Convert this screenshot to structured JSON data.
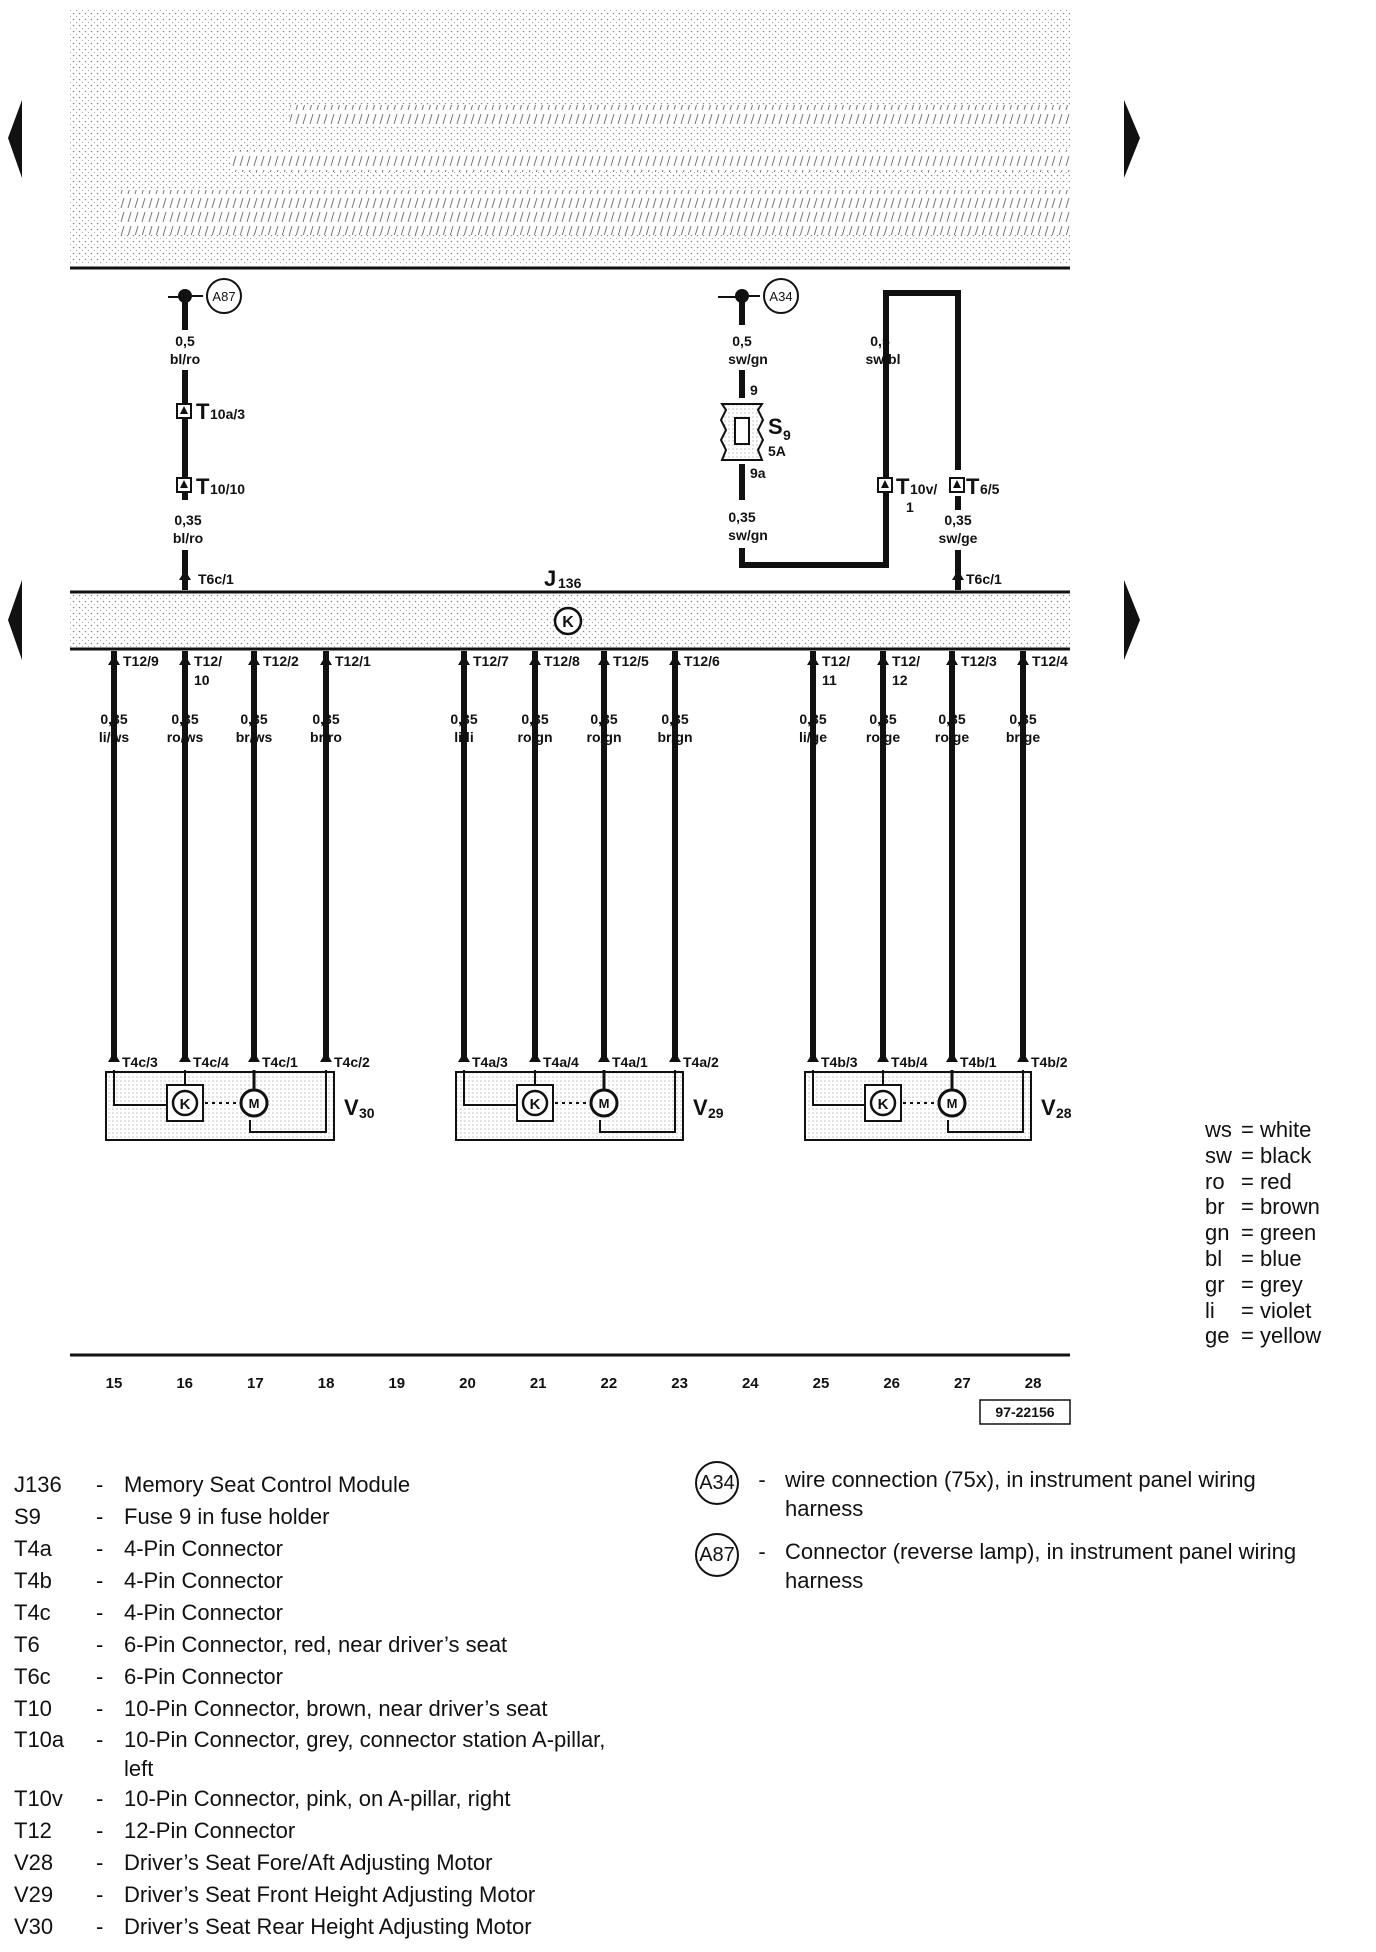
{
  "module": {
    "code": "J",
    "sub": "136",
    "symbol": "K"
  },
  "fuse": {
    "code": "S",
    "sub": "9",
    "rating": "5A",
    "pin_in": "9",
    "pin_out": "9a"
  },
  "connections": [
    {
      "id": "A87",
      "label": "A87"
    },
    {
      "id": "A34",
      "label": "A34"
    }
  ],
  "upper_wires": [
    {
      "size": "0,5",
      "color": "bl/ro"
    },
    {
      "size": "0,35",
      "color": "bl/ro"
    },
    {
      "size": "0,5",
      "color": "sw/gn"
    },
    {
      "size": "0,35",
      "color": "sw/gn"
    },
    {
      "size": "0,5",
      "color": "sw/bl"
    },
    {
      "size": "0,35",
      "color": "sw/ge"
    }
  ],
  "upper_connectors": {
    "t10a3_main": "T",
    "t10a3_sub": "10a/3",
    "t1010_main": "T",
    "t1010_sub": "10/10",
    "t10v_main": "T",
    "t10v_sub": "10v/",
    "t10v_sub2": "1",
    "t65_main": "T",
    "t65_sub": "6/5",
    "t6c1_left": "T6c/1",
    "t6c1_right": "T6c/1"
  },
  "lower_wires": [
    {
      "pin": "T12/9",
      "size": "0,35",
      "color": "li/ws",
      "motor_pin": "T4c/3"
    },
    {
      "pin": "T12/",
      "pin2": "10",
      "size": "0,35",
      "color": "ro/ws",
      "motor_pin": "T4c/4"
    },
    {
      "pin": "T12/2",
      "size": "0,35",
      "color": "br/ws",
      "motor_pin": "T4c/1"
    },
    {
      "pin": "T12/1",
      "size": "0,35",
      "color": "br/ro",
      "motor_pin": "T4c/2"
    },
    {
      "pin": "T12/7",
      "size": "0,35",
      "color": "li/li",
      "motor_pin": "T4a/3"
    },
    {
      "pin": "T12/8",
      "size": "0,35",
      "color": "ro/gn",
      "motor_pin": "T4a/4"
    },
    {
      "pin": "T12/5",
      "size": "0,35",
      "color": "ro/gn",
      "motor_pin": "T4a/1"
    },
    {
      "pin": "T12/6",
      "size": "0,35",
      "color": "br/gn",
      "motor_pin": "T4a/2"
    },
    {
      "pin": "T12/",
      "pin2": "11",
      "size": "0,35",
      "color": "li/ge",
      "motor_pin": "T4b/3"
    },
    {
      "pin": "T12/",
      "pin2": "12",
      "size": "0,35",
      "color": "ro/ge",
      "motor_pin": "T4b/4"
    },
    {
      "pin": "T12/3",
      "size": "0,35",
      "color": "ro/ge",
      "motor_pin": "T4b/1"
    },
    {
      "pin": "T12/4",
      "size": "0,35",
      "color": "br/ge",
      "motor_pin": "T4b/2"
    }
  ],
  "motors": [
    {
      "code": "V",
      "sub": "30",
      "sensor_symbol": "K",
      "motor_symbol": "M"
    },
    {
      "code": "V",
      "sub": "29",
      "sensor_symbol": "K",
      "motor_symbol": "M"
    },
    {
      "code": "V",
      "sub": "28",
      "sensor_symbol": "K",
      "motor_symbol": "M"
    }
  ],
  "columns": [
    "15",
    "16",
    "17",
    "18",
    "19",
    "20",
    "21",
    "22",
    "23",
    "24",
    "25",
    "26",
    "27",
    "28"
  ],
  "figure_id": "97-22156",
  "color_legend": [
    {
      "abbr": "ws",
      "name": "= white"
    },
    {
      "abbr": "sw",
      "name": "= black"
    },
    {
      "abbr": "ro",
      "name": "= red"
    },
    {
      "abbr": "br",
      "name": "= brown"
    },
    {
      "abbr": "gn",
      "name": "= green"
    },
    {
      "abbr": "bl",
      "name": "= blue"
    },
    {
      "abbr": "gr",
      "name": "= grey"
    },
    {
      "abbr": "li",
      "name": "= violet"
    },
    {
      "abbr": "ge",
      "name": "= yellow"
    }
  ],
  "component_legend": [
    {
      "code": "J136",
      "desc": "Memory Seat Control Module"
    },
    {
      "code": "S9",
      "desc": "Fuse 9 in fuse holder"
    },
    {
      "code": "T4a",
      "desc": "4-Pin Connector"
    },
    {
      "code": "T4b",
      "desc": "4-Pin Connector"
    },
    {
      "code": "T4c",
      "desc": "4-Pin Connector"
    },
    {
      "code": "T6",
      "desc": "6-Pin Connector, red, near driver’s seat"
    },
    {
      "code": "T6c",
      "desc": "6-Pin Connector"
    },
    {
      "code": "T10",
      "desc": "10-Pin Connector, brown, near driver’s seat"
    },
    {
      "code": "T10a",
      "desc": "10-Pin Connector, grey, connector station A-pillar, left"
    },
    {
      "code": "T10v",
      "desc": "10-Pin Connector, pink, on A-pillar, right"
    },
    {
      "code": "T12",
      "desc": "12-Pin Connector"
    },
    {
      "code": "V28",
      "desc": "Driver’s Seat Fore/Aft Adjusting Motor"
    },
    {
      "code": "V29",
      "desc": "Driver’s Seat Front Height Adjusting Motor"
    },
    {
      "code": "V30",
      "desc": "Driver’s Seat Rear Height Adjusting Motor"
    }
  ],
  "connection_legend": [
    {
      "label": "A34",
      "desc": "wire connection (75x), in instrument panel wiring harness"
    },
    {
      "label": "A87",
      "desc": "Connector (reverse lamp), in instrument panel wiring harness"
    }
  ]
}
